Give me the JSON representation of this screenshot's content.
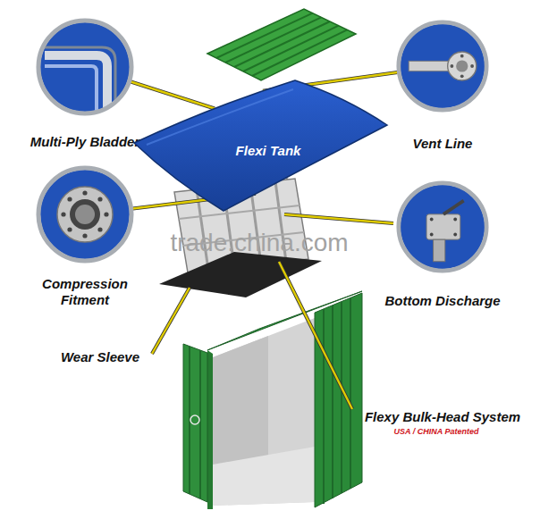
{
  "diagram": {
    "nodes": [
      {
        "text": [
          "Multi-Ply Bladder"
        ]
      },
      {
        "text": [
          "Flexi Tank"
        ]
      },
      {
        "text": [
          "Vent Line"
        ]
      },
      {
        "text": [
          "Compression Fitment"
        ]
      },
      {
        "text": [
          "Bottom Discharge"
        ]
      }
    ],
    "edges": [
      {
        "from": 0,
        "to": 1,
        "arrow": "none"
      },
      {
        "from": 2,
        "to": 1,
        "arrow": "none"
      },
      {
        "from": 3,
        "to": 1,
        "arrow": "none"
      }
    ],
    "labels": [
      "trade.china.com",
      "Wear Sleeve",
      "Flexy Bulk-Head System",
      "USA / CHINA Patented"
    ]
  }
}
